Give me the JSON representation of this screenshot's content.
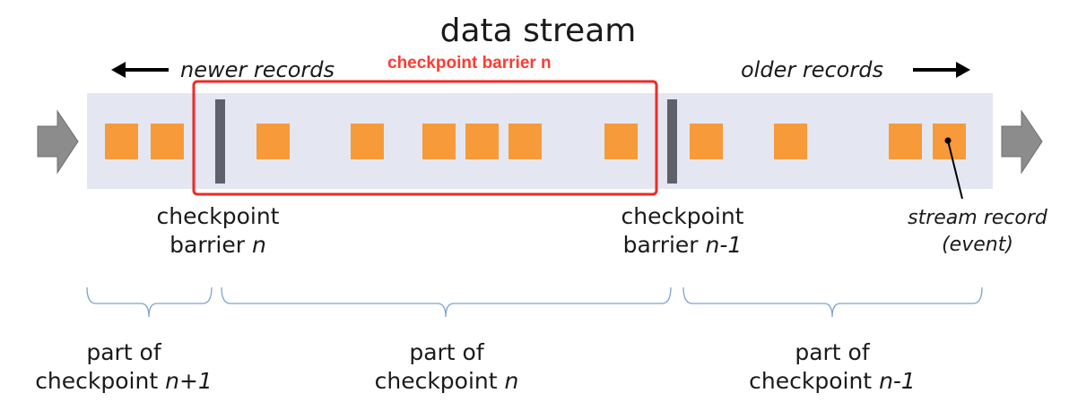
{
  "title": "data stream",
  "directions": {
    "newer": "newer records",
    "older": "older records"
  },
  "annotation": "checkpoint barrier n",
  "barriers": {
    "left": {
      "prefix": "checkpoint",
      "word": "barrier",
      "var": "n"
    },
    "right": {
      "prefix": "checkpoint",
      "word": "barrier",
      "var": "n-1"
    }
  },
  "stream_record": {
    "line1": "stream record",
    "line2": "(event)"
  },
  "parts": [
    {
      "line1": "part of",
      "prefix": "checkpoint",
      "var": "n+1"
    },
    {
      "line1": "part of",
      "prefix": "checkpoint",
      "var": "n"
    },
    {
      "line1": "part of",
      "prefix": "checkpoint",
      "var": "n-1"
    }
  ],
  "colors": {
    "stream_band": "#e4e7f1",
    "record": "#f79a3a",
    "barrier": "#5e6169",
    "highlight": "#ee2a24",
    "brace": "#7ea3cc",
    "arrow": "#8c8c8c",
    "direction_arrow": "#000000"
  },
  "icons": {
    "input_arrow": "chevron-arrow-right",
    "output_arrow": "chevron-arrow-right"
  }
}
